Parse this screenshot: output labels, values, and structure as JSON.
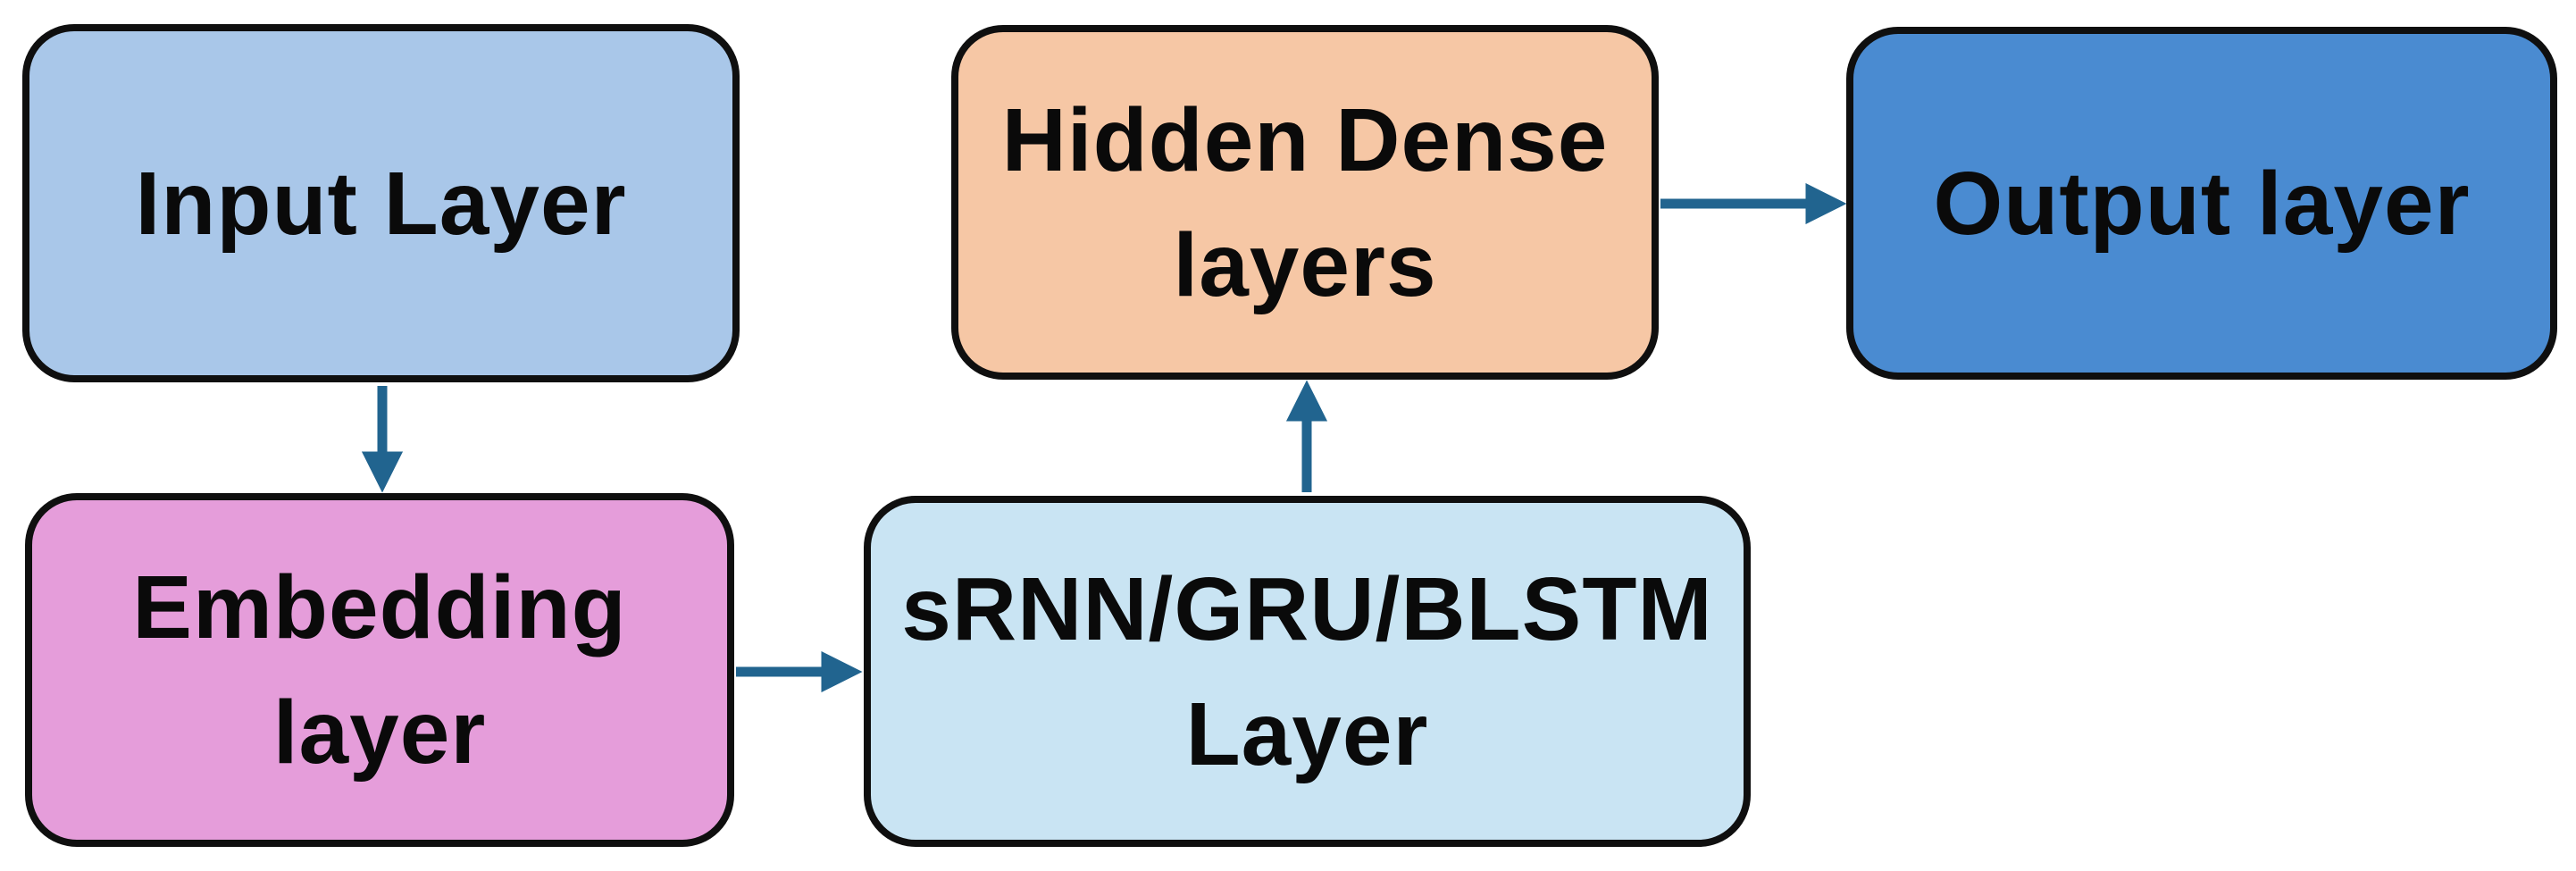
{
  "diagram": {
    "background": "#ffffff",
    "border_color": "#0f0f0f",
    "text_color": "#0a0a0a",
    "arrow_color": "#21648f",
    "nodes": [
      {
        "id": "input-layer",
        "label": "Input Layer",
        "fill": "#a9c7e9"
      },
      {
        "id": "embedding-layer",
        "label": "Embedding\nlayer",
        "fill": "#e59dda"
      },
      {
        "id": "srnn-gru-blstm-layer",
        "label": "sRNN/GRU/BLSTM\nLayer",
        "fill": "#c9e4f3"
      },
      {
        "id": "hidden-dense-layers",
        "label": "Hidden Dense\nlayers",
        "fill": "#f6c7a5"
      },
      {
        "id": "output-layer",
        "label": "Output layer",
        "fill": "#4a8bd1"
      }
    ],
    "edges": [
      {
        "from": "input-layer",
        "to": "embedding-layer",
        "direction": "down"
      },
      {
        "from": "embedding-layer",
        "to": "srnn-gru-blstm-layer",
        "direction": "right"
      },
      {
        "from": "srnn-gru-blstm-layer",
        "to": "hidden-dense-layers",
        "direction": "up"
      },
      {
        "from": "hidden-dense-layers",
        "to": "output-layer",
        "direction": "right"
      }
    ]
  }
}
